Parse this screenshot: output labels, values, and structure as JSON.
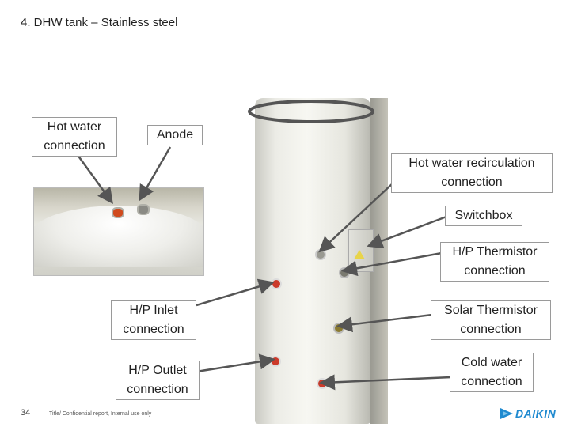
{
  "slide": {
    "title": "4. DHW tank – Stainless steel",
    "page_number": "34",
    "footer": "Title/ Confidential report, Internal use only",
    "brand": "DAIKIN"
  },
  "labels": {
    "hot_water_connection": "Hot water connection",
    "anode": "Anode",
    "hot_water_recirculation": "Hot water recirculation connection",
    "switchbox": "Switchbox",
    "hp_thermistor": "H/P Thermistor connection",
    "hp_inlet": "H/P Inlet connection",
    "solar_thermistor": "Solar Thermistor connection",
    "hp_outlet": "H/P Outlet connection",
    "cold_water": "Cold water connection"
  },
  "colors": {
    "brand": "#1f8ad0",
    "arrow": "#555555",
    "highlight": "#555555"
  },
  "icons": {
    "brand_logo": "daikin-logo-icon"
  }
}
